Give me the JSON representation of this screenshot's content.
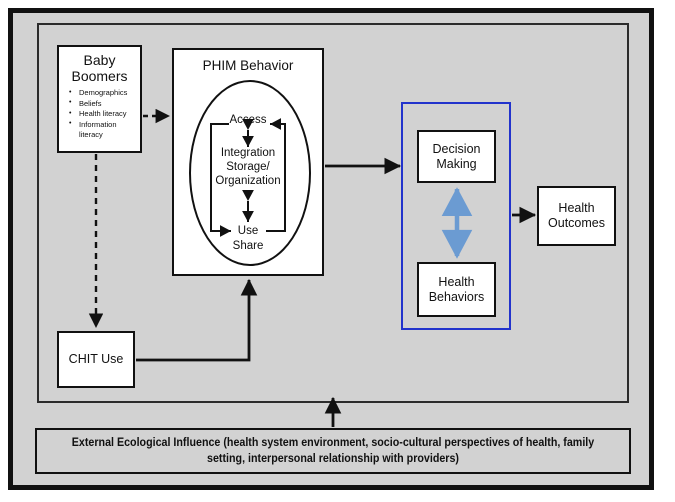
{
  "diagram": {
    "title": "PHIM Behavior Conceptual Model",
    "colors": {
      "canvas_gray": "#d2d2d2",
      "frame_black": "#111111",
      "group_blue": "#2233cc",
      "bidirectional_arrow_blue": "#6b9bd2",
      "box_white": "#ffffff"
    }
  },
  "baby_boomers": {
    "title_line1": "Baby",
    "title_line2": "Boomers",
    "bullets": [
      "Demographics",
      "Beliefs",
      "Health literacy",
      "Information literacy"
    ]
  },
  "phim": {
    "title": "PHIM Behavior",
    "cycle": {
      "access": "Access",
      "integration_line1": "Integration",
      "integration_line2": "Storage/",
      "integration_line3": "Organization",
      "use": "Use",
      "share": "Share"
    }
  },
  "chit": {
    "label": "CHIT Use"
  },
  "outcomes_group": {
    "decision_making_line1": "Decision",
    "decision_making_line2": "Making",
    "health_behaviors_line1": "Health",
    "health_behaviors_line2": "Behaviors"
  },
  "health_outcomes": {
    "line1": "Health",
    "line2": "Outcomes"
  },
  "ecological": {
    "text": "External Ecological Influence  (health system environment, socio-cultural perspectives of health, family setting, interpersonal relationship with providers)"
  }
}
